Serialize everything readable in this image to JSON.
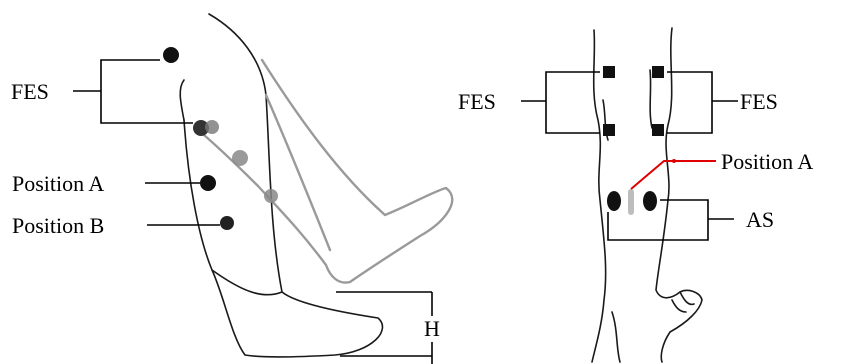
{
  "left_view": {
    "labels": {
      "fes": "FES",
      "position_a": "Position A",
      "position_b": "Position B",
      "height": "H"
    }
  },
  "right_view": {
    "labels": {
      "fes_left": "FES",
      "fes_right": "FES",
      "position_a": "Position A",
      "as": "AS"
    }
  },
  "colors": {
    "outline": "#1a1a1a",
    "flexed_leg": "#9a9a9a",
    "electrode": "#111111",
    "position_a_marker": "#e00000",
    "as_gap_marker": "#bdbdbd"
  }
}
